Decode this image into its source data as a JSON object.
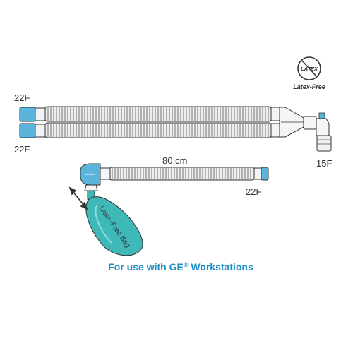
{
  "labels": {
    "top_left_22f": "22F",
    "bottom_left_22f": "22F",
    "port_15f": "15F",
    "length": "80 cm",
    "right_22f": "22F",
    "bag": "Latex-Free Bag"
  },
  "badge": {
    "symbol": "LATEX",
    "caption": "Latex-Free",
    "icon": "latex-free-icon"
  },
  "footer": {
    "prefix": "For use with GE",
    "registered": "®",
    "suffix": " Workstations"
  },
  "colors": {
    "connector_blue": "#5ab4dc",
    "bag_teal": "#3fb8b8",
    "tube_fill": "#eeeeee",
    "outline": "#333333",
    "caption_blue": "#1a8fc7"
  }
}
